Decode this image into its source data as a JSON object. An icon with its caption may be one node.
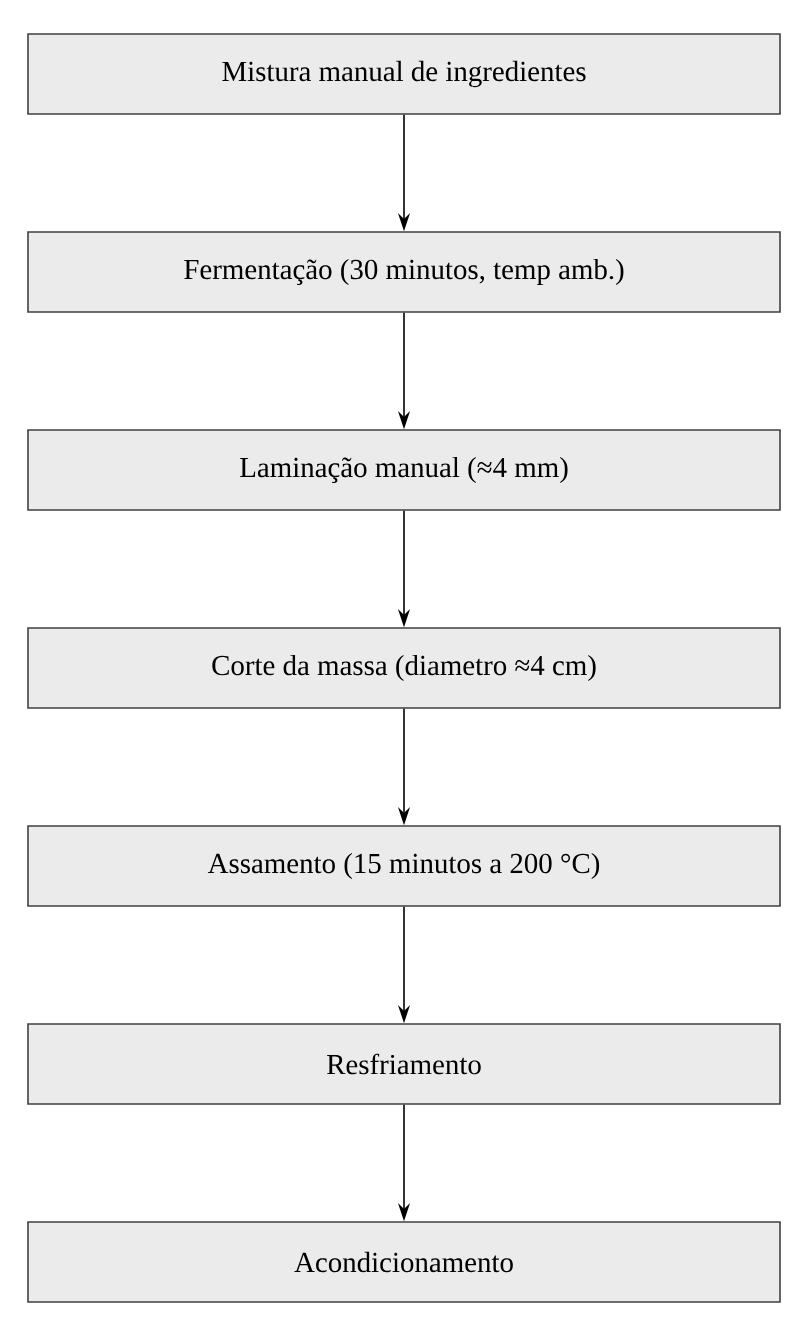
{
  "diagram": {
    "nodes": [
      {
        "text": [
          "Mistura manual de ingredientes"
        ]
      },
      {
        "text": [
          "Fermentação (30 minutos, temp amb.)"
        ]
      },
      {
        "text": [
          "Laminação manual (≈4 mm)"
        ]
      },
      {
        "text": [
          "Corte da massa (diametro ≈4 cm)"
        ]
      },
      {
        "text": [
          "Assamento (15 minutos a 200 °C)"
        ]
      },
      {
        "text": [
          "Resfriamento"
        ]
      },
      {
        "text": [
          "Acondicionamento"
        ]
      }
    ],
    "edges": [
      {
        "from": 0,
        "to": 1,
        "arrow": "to"
      },
      {
        "from": 1,
        "to": 2,
        "arrow": "to"
      },
      {
        "from": 2,
        "to": 3,
        "arrow": "to"
      },
      {
        "from": 3,
        "to": 4,
        "arrow": "to"
      },
      {
        "from": 4,
        "to": 5,
        "arrow": "to"
      },
      {
        "from": 5,
        "to": 6,
        "arrow": "to"
      }
    ]
  }
}
